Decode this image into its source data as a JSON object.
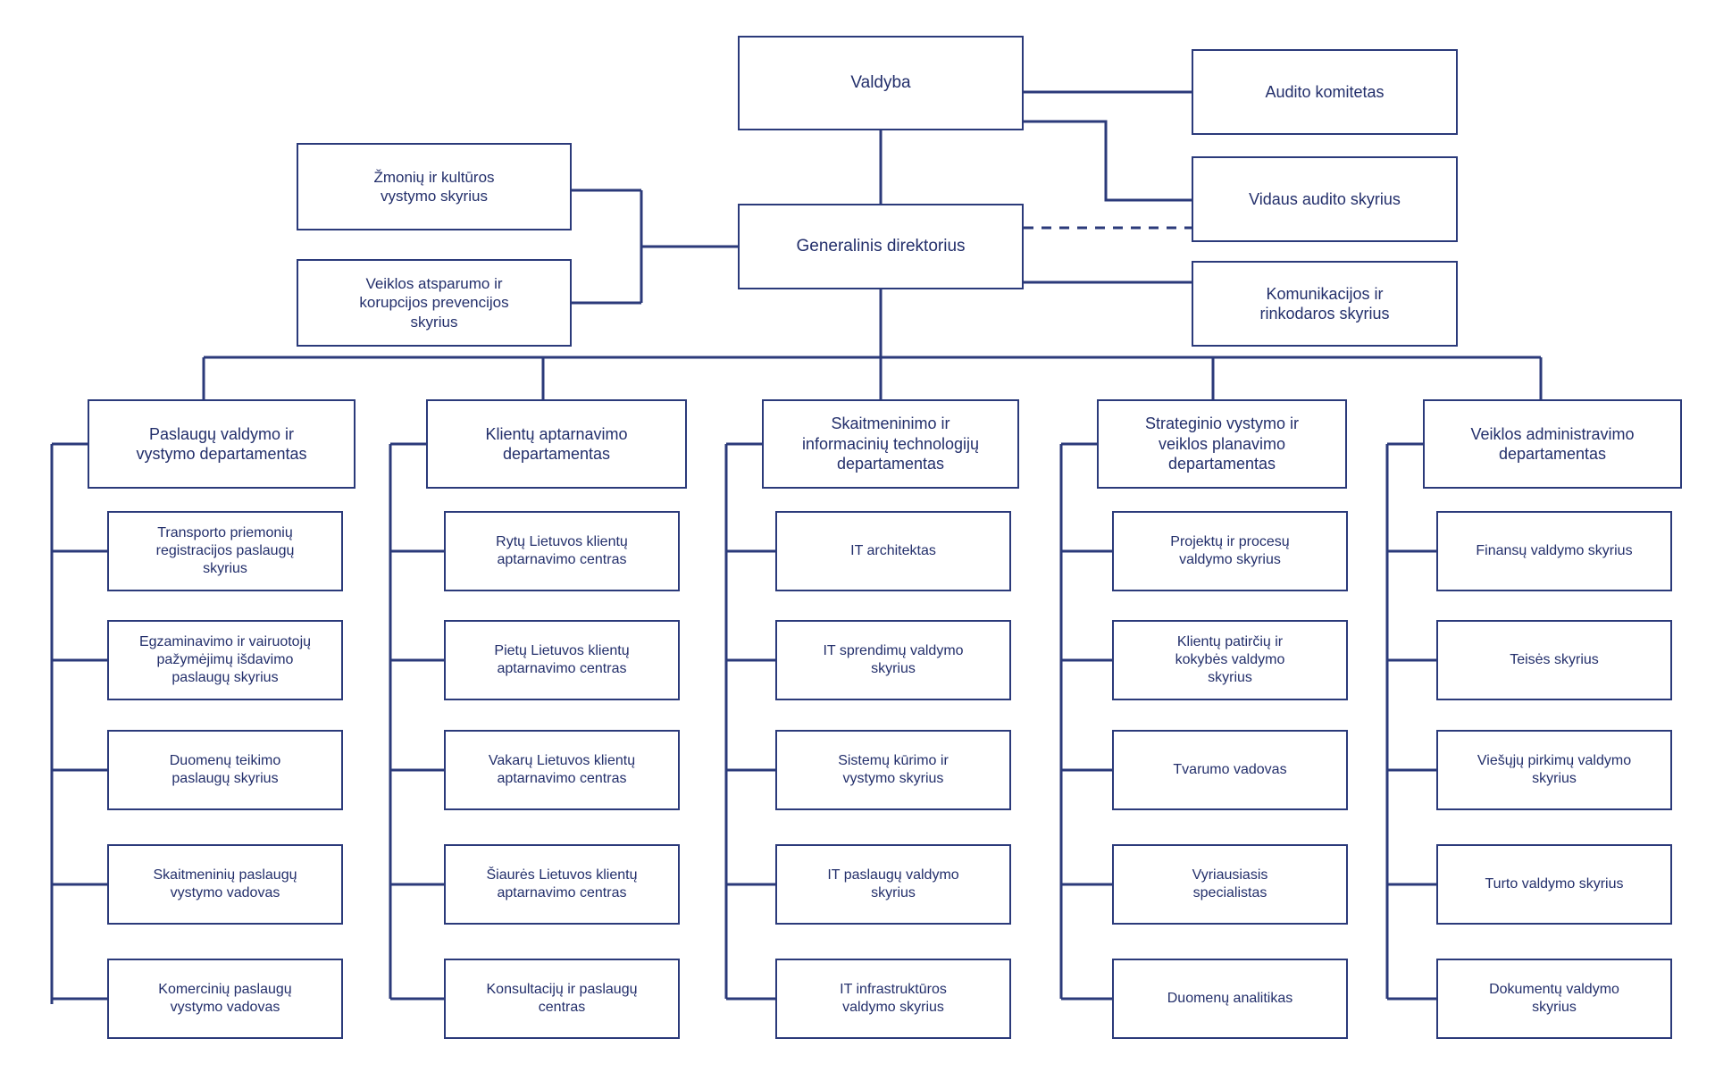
{
  "theme": {
    "line_color": "#2b3a7a",
    "text_color": "#232f6b",
    "background": "#ffffff"
  },
  "top": {
    "board": "Valdyba",
    "ceo": "Generalinis direktorius"
  },
  "left_staff": [
    {
      "label": "Žmonių ir kultūros\nvystymo skyrius"
    },
    {
      "label": "Veiklos atsparumo ir\nkorupcijos prevencijos\nskyrius"
    }
  ],
  "right_staff": [
    {
      "label": "Audito komitetas"
    },
    {
      "label": "Vidaus audito skyrius"
    },
    {
      "label": "Komunikacijos ir\nrinkodaros skyrius"
    }
  ],
  "departments": [
    {
      "label": "Paslaugų valdymo ir\nvystymo departamentas",
      "units": [
        "Transporto priemonių\nregistracijos paslaugų\nskyrius",
        "Egzaminavimo ir vairuotojų\npažymėjimų išdavimo\npaslaugų skyrius",
        "Duomenų teikimo\npaslaugų skyrius",
        "Skaitmeninių paslaugų\nvystymo vadovas",
        "Komercinių paslaugų\nvystymo vadovas"
      ]
    },
    {
      "label": "Klientų aptarnavimo\ndepartamentas",
      "units": [
        "Rytų Lietuvos klientų\naptarnavimo centras",
        "Pietų Lietuvos klientų\naptarnavimo centras",
        "Vakarų Lietuvos klientų\naptarnavimo centras",
        "Šiaurės Lietuvos klientų\naptarnavimo centras",
        "Konsultacijų ir paslaugų\ncentras"
      ]
    },
    {
      "label": "Skaitmeninimo ir\ninformacinių technologijų\ndepartamentas",
      "units": [
        "IT architektas",
        "IT sprendimų valdymo\nskyrius",
        "Sistemų kūrimo ir\nvystymo skyrius",
        "IT paslaugų valdymo\nskyrius",
        "IT infrastruktūros\nvaldymo skyrius"
      ]
    },
    {
      "label": "Strateginio vystymo ir\nveiklos planavimo\ndepartamentas",
      "units": [
        "Projektų ir procesų\nvaldymo skyrius",
        "Klientų patirčių ir\nkokybės valdymo\nskyrius",
        "Tvarumo vadovas",
        "Vyriausiasis\nspecialistas",
        "Duomenų analitikas"
      ]
    },
    {
      "label": "Veiklos administravimo\ndepartamentas",
      "units": [
        "Finansų valdymo skyrius",
        "Teisės skyrius",
        "Viešųjų pirkimų valdymo\nskyrius",
        "Turto valdymo skyrius",
        "Dokumentų valdymo\nskyrius"
      ]
    }
  ]
}
